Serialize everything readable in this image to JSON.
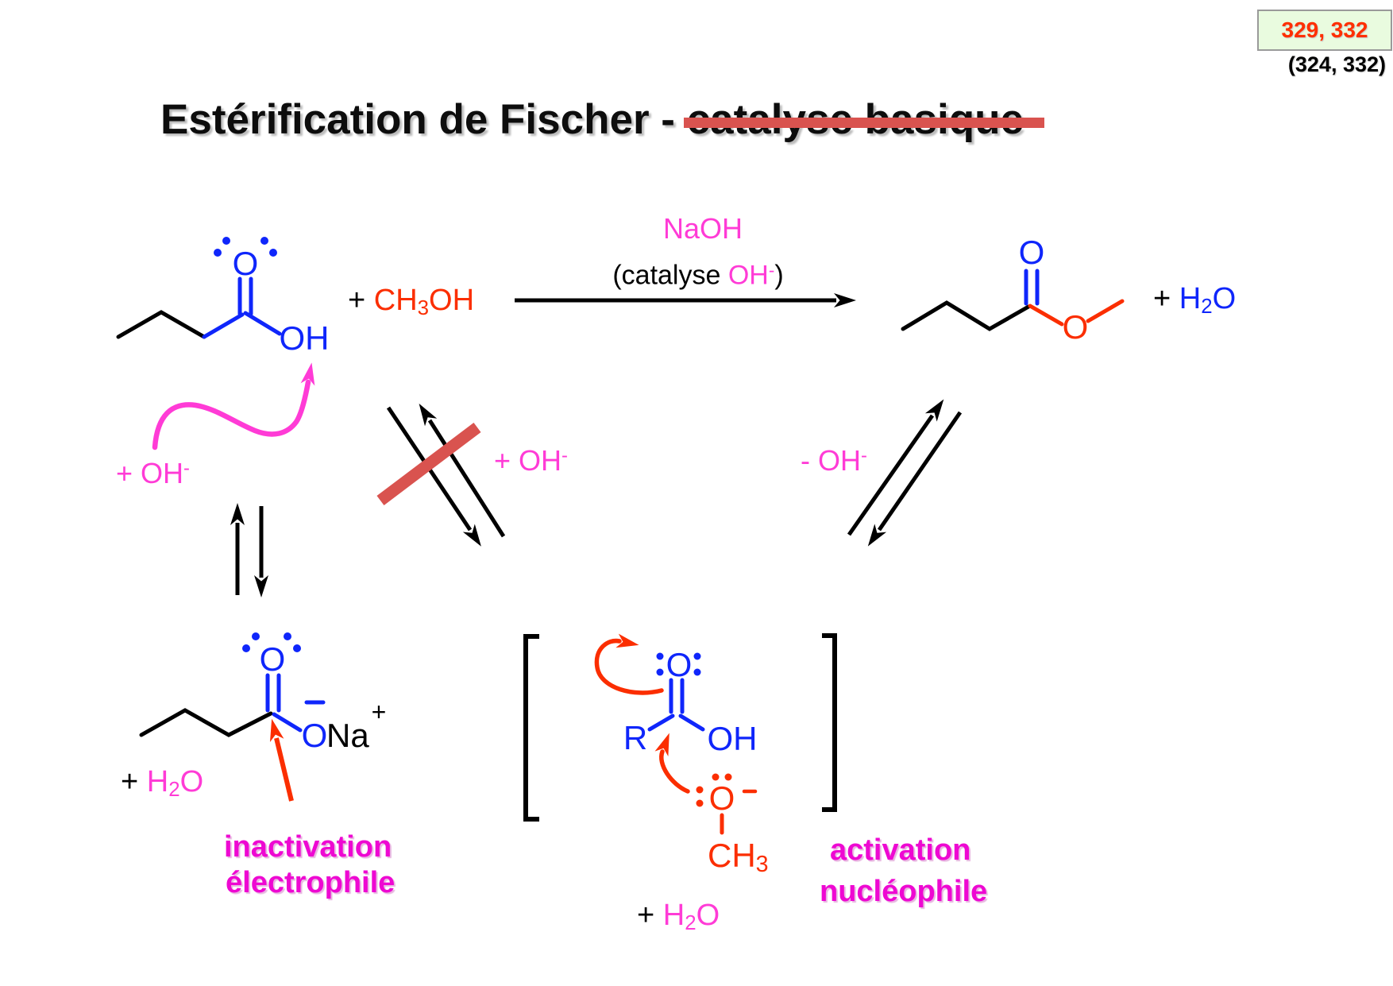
{
  "badge": {
    "primary": "329, 332",
    "secondary": "(324, 332)"
  },
  "title": {
    "prefix": "Estérification de Fischer - ",
    "struck": "catalyse basique"
  },
  "colors": {
    "bond_blue": "#0f26fb",
    "chem_red": "#fb2e00",
    "pink": "#ff3bd6",
    "label_magenta": "#ee08d2",
    "strike_red": "#d9534f",
    "badge_bg": "#e9fbdf",
    "badge_text": "#ff2f00"
  },
  "equation": {
    "plus_methanol": {
      "plus": "+",
      "pre": "CH",
      "sub": "3",
      "post": "OH"
    },
    "naoh": "NaOH",
    "catalysis": {
      "open": "(catalyse ",
      "oh": "OH",
      "minus": "-",
      "close": ")"
    },
    "plus_water": {
      "plus": "+",
      "pre": "H",
      "sub": "2",
      "post": "O"
    }
  },
  "acid": {
    "carbonyl_o": "O",
    "hydroxyl": "OH"
  },
  "ester": {
    "carbonyl_o": "O",
    "ester_o": "O"
  },
  "middle": {
    "plus_oh": {
      "pre": "+ OH",
      "sup": "-"
    }
  },
  "right_side": {
    "minus_oh": {
      "pre": "- OH",
      "sup": "-"
    }
  },
  "left_side": {
    "plus_oh": {
      "pre": "+ OH",
      "sup": "-"
    }
  },
  "carboxylate": {
    "carbonyl_o": "O",
    "o_minus": "O",
    "na": "Na",
    "na_charge": "+",
    "plus_water": {
      "plus": "+",
      "pre": "H",
      "sub": "2",
      "post": "O"
    }
  },
  "intermediate": {
    "carbonyl_o": "O",
    "r": "R",
    "oh": "OH",
    "methoxide_o": "O",
    "methyl": {
      "pre": "CH",
      "sub": "3"
    },
    "plus_water": {
      "plus": "+",
      "pre": "H",
      "sub": "2",
      "post": "O"
    }
  },
  "labels": {
    "inactivation_line1": "inactivation",
    "inactivation_line2": "électrophile",
    "activation_line1": "activation",
    "activation_line2": "nucléophile"
  }
}
